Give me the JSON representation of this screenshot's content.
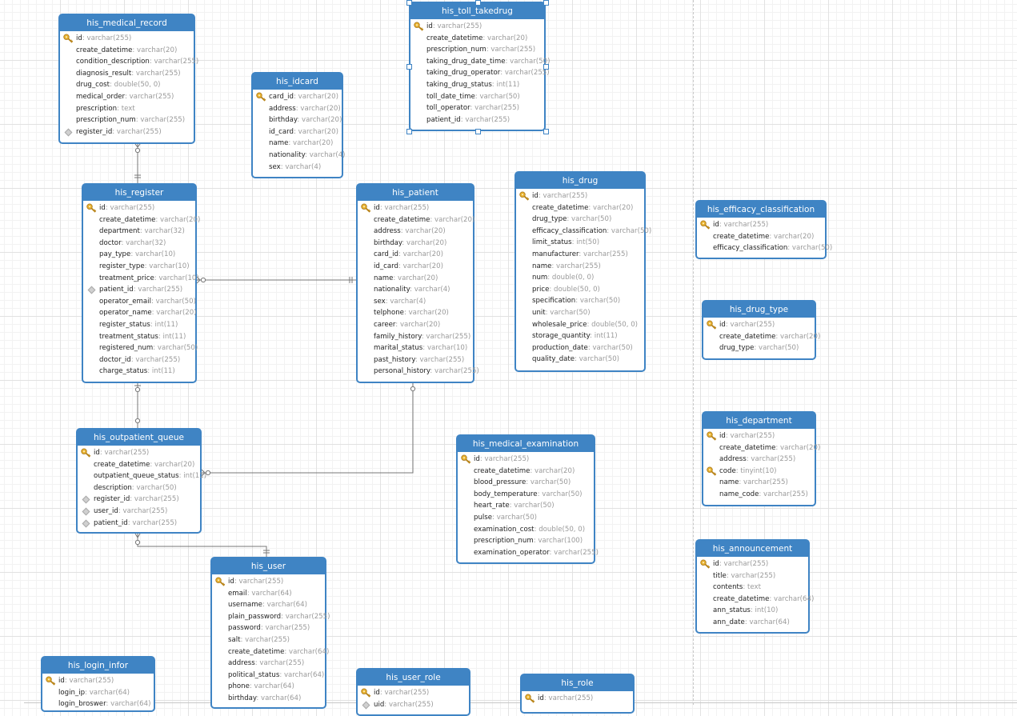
{
  "colors": {
    "header": "#3f84c4",
    "border": "#3f84c4",
    "key": "#e3a82b",
    "link": "#777777"
  },
  "icons": {
    "primary_key": "key-icon",
    "foreign_key": "diamond-icon"
  },
  "tables": [
    {
      "id": "his_medical_record",
      "name": "his_medical_record",
      "columns": [
        {
          "name": "id",
          "type": "varchar(255)",
          "pk": true
        },
        {
          "name": "create_datetime",
          "type": "varchar(20)"
        },
        {
          "name": "condition_description",
          "type": "varchar(255)"
        },
        {
          "name": "diagnosis_result",
          "type": "varchar(255)"
        },
        {
          "name": "drug_cost",
          "type": "double(50, 0)"
        },
        {
          "name": "medical_order",
          "type": "varchar(255)"
        },
        {
          "name": "prescription",
          "type": "text"
        },
        {
          "name": "prescription_num",
          "type": "varchar(255)"
        },
        {
          "name": "register_id",
          "type": "varchar(255)",
          "fk": true
        }
      ]
    },
    {
      "id": "his_idcard",
      "name": "his_idcard",
      "columns": [
        {
          "name": "card_id",
          "type": "varchar(20)",
          "pk": true
        },
        {
          "name": "address",
          "type": "varchar(20)"
        },
        {
          "name": "birthday",
          "type": "varchar(20)"
        },
        {
          "name": "id_card",
          "type": "varchar(20)"
        },
        {
          "name": "name",
          "type": "varchar(20)"
        },
        {
          "name": "nationality",
          "type": "varchar(4)"
        },
        {
          "name": "sex",
          "type": "varchar(4)"
        }
      ]
    },
    {
      "id": "his_toll_takedrug",
      "name": "his_toll_takedrug",
      "columns": [
        {
          "name": "id",
          "type": "varchar(255)",
          "pk": true
        },
        {
          "name": "create_datetime",
          "type": "varchar(20)"
        },
        {
          "name": "prescription_num",
          "type": "varchar(255)"
        },
        {
          "name": "taking_drug_date_time",
          "type": "varchar(50)"
        },
        {
          "name": "taking_drug_operator",
          "type": "varchar(255)"
        },
        {
          "name": "taking_drug_status",
          "type": "int(11)"
        },
        {
          "name": "toll_date_time",
          "type": "varchar(50)"
        },
        {
          "name": "toll_operator",
          "type": "varchar(255)"
        },
        {
          "name": "patient_id",
          "type": "varchar(255)"
        }
      ]
    },
    {
      "id": "his_register",
      "name": "his_register",
      "columns": [
        {
          "name": "id",
          "type": "varchar(255)",
          "pk": true
        },
        {
          "name": "create_datetime",
          "type": "varchar(20)"
        },
        {
          "name": "department",
          "type": "varchar(32)"
        },
        {
          "name": "doctor",
          "type": "varchar(32)"
        },
        {
          "name": "pay_type",
          "type": "varchar(10)"
        },
        {
          "name": "register_type",
          "type": "varchar(10)"
        },
        {
          "name": "treatment_price",
          "type": "varchar(10)"
        },
        {
          "name": "patient_id",
          "type": "varchar(255)",
          "fk": true
        },
        {
          "name": "operator_email",
          "type": "varchar(50)"
        },
        {
          "name": "operator_name",
          "type": "varchar(20)"
        },
        {
          "name": "register_status",
          "type": "int(11)"
        },
        {
          "name": "treatment_status",
          "type": "int(11)"
        },
        {
          "name": "registered_num",
          "type": "varchar(50)"
        },
        {
          "name": "doctor_id",
          "type": "varchar(255)"
        },
        {
          "name": "charge_status",
          "type": "int(11)"
        }
      ]
    },
    {
      "id": "his_patient",
      "name": "his_patient",
      "columns": [
        {
          "name": "id",
          "type": "varchar(255)",
          "pk": true
        },
        {
          "name": "create_datetime",
          "type": "varchar(20)"
        },
        {
          "name": "address",
          "type": "varchar(20)"
        },
        {
          "name": "birthday",
          "type": "varchar(20)"
        },
        {
          "name": "card_id",
          "type": "varchar(20)"
        },
        {
          "name": "id_card",
          "type": "varchar(20)"
        },
        {
          "name": "name",
          "type": "varchar(20)"
        },
        {
          "name": "nationality",
          "type": "varchar(4)"
        },
        {
          "name": "sex",
          "type": "varchar(4)"
        },
        {
          "name": "telphone",
          "type": "varchar(20)"
        },
        {
          "name": "career",
          "type": "varchar(20)"
        },
        {
          "name": "family_history",
          "type": "varchar(255)"
        },
        {
          "name": "marital_status",
          "type": "varchar(10)"
        },
        {
          "name": "past_history",
          "type": "varchar(255)"
        },
        {
          "name": "personal_history",
          "type": "varchar(255)"
        }
      ]
    },
    {
      "id": "his_drug",
      "name": "his_drug",
      "columns": [
        {
          "name": "id",
          "type": "varchar(255)",
          "pk": true
        },
        {
          "name": "create_datetime",
          "type": "varchar(20)"
        },
        {
          "name": "drug_type",
          "type": "varchar(50)"
        },
        {
          "name": "efficacy_classification",
          "type": "varchar(50)"
        },
        {
          "name": "limit_status",
          "type": "int(50)"
        },
        {
          "name": "manufacturer",
          "type": "varchar(255)"
        },
        {
          "name": "name",
          "type": "varchar(255)"
        },
        {
          "name": "num",
          "type": "double(0, 0)"
        },
        {
          "name": "price",
          "type": "double(50, 0)"
        },
        {
          "name": "specification",
          "type": "varchar(50)"
        },
        {
          "name": "unit",
          "type": "varchar(50)"
        },
        {
          "name": "wholesale_price",
          "type": "double(50, 0)"
        },
        {
          "name": "storage_quantity",
          "type": "int(11)"
        },
        {
          "name": "production_date",
          "type": "varchar(50)"
        },
        {
          "name": "quality_date",
          "type": "varchar(50)"
        }
      ]
    },
    {
      "id": "his_efficacy_classification",
      "name": "his_efficacy_classification",
      "columns": [
        {
          "name": "id",
          "type": "varchar(255)",
          "pk": true
        },
        {
          "name": "create_datetime",
          "type": "varchar(20)"
        },
        {
          "name": "efficacy_classification",
          "type": "varchar(50)"
        }
      ]
    },
    {
      "id": "his_drug_type",
      "name": "his_drug_type",
      "columns": [
        {
          "name": "id",
          "type": "varchar(255)",
          "pk": true
        },
        {
          "name": "create_datetime",
          "type": "varchar(20)"
        },
        {
          "name": "drug_type",
          "type": "varchar(50)"
        }
      ]
    },
    {
      "id": "his_department",
      "name": "his_department",
      "columns": [
        {
          "name": "id",
          "type": "varchar(255)",
          "pk": true
        },
        {
          "name": "create_datetime",
          "type": "varchar(20)"
        },
        {
          "name": "address",
          "type": "varchar(255)"
        },
        {
          "name": "code",
          "type": "tinyint(10)",
          "pk": true
        },
        {
          "name": "name",
          "type": "varchar(255)"
        },
        {
          "name": "name_code",
          "type": "varchar(255)"
        }
      ]
    },
    {
      "id": "his_outpatient_queue",
      "name": "his_outpatient_queue",
      "columns": [
        {
          "name": "id",
          "type": "varchar(255)",
          "pk": true
        },
        {
          "name": "create_datetime",
          "type": "varchar(20)"
        },
        {
          "name": "outpatient_queue_status",
          "type": "int(11)"
        },
        {
          "name": "description",
          "type": "varchar(50)"
        },
        {
          "name": "register_id",
          "type": "varchar(255)",
          "fk": true
        },
        {
          "name": "user_id",
          "type": "varchar(255)",
          "fk": true
        },
        {
          "name": "patient_id",
          "type": "varchar(255)",
          "fk": true
        }
      ]
    },
    {
      "id": "his_medical_examination",
      "name": "his_medical_examination",
      "columns": [
        {
          "name": "id",
          "type": "varchar(255)",
          "pk": true
        },
        {
          "name": "create_datetime",
          "type": "varchar(20)"
        },
        {
          "name": "blood_pressure",
          "type": "varchar(50)"
        },
        {
          "name": "body_temperature",
          "type": "varchar(50)"
        },
        {
          "name": "heart_rate",
          "type": "varchar(50)"
        },
        {
          "name": "pulse",
          "type": "varchar(50)"
        },
        {
          "name": "examination_cost",
          "type": "double(50, 0)"
        },
        {
          "name": "prescription_num",
          "type": "varchar(100)"
        },
        {
          "name": "examination_operator",
          "type": "varchar(255)"
        }
      ]
    },
    {
      "id": "his_announcement",
      "name": "his_announcement",
      "columns": [
        {
          "name": "id",
          "type": "varchar(255)",
          "pk": true
        },
        {
          "name": "title",
          "type": "varchar(255)"
        },
        {
          "name": "contents",
          "type": "text"
        },
        {
          "name": "create_datetime",
          "type": "varchar(64)"
        },
        {
          "name": "ann_status",
          "type": "int(10)"
        },
        {
          "name": "ann_date",
          "type": "varchar(64)"
        }
      ]
    },
    {
      "id": "his_user",
      "name": "his_user",
      "columns": [
        {
          "name": "id",
          "type": "varchar(255)",
          "pk": true
        },
        {
          "name": "email",
          "type": "varchar(64)"
        },
        {
          "name": "username",
          "type": "varchar(64)"
        },
        {
          "name": "plain_password",
          "type": "varchar(255)"
        },
        {
          "name": "password",
          "type": "varchar(255)"
        },
        {
          "name": "salt",
          "type": "varchar(255)"
        },
        {
          "name": "create_datetime",
          "type": "varchar(64)"
        },
        {
          "name": "address",
          "type": "varchar(255)"
        },
        {
          "name": "political_status",
          "type": "varchar(64)"
        },
        {
          "name": "phone",
          "type": "varchar(64)"
        },
        {
          "name": "birthday",
          "type": "varchar(64)"
        }
      ]
    },
    {
      "id": "his_login_infor",
      "name": "his_login_infor",
      "columns": [
        {
          "name": "id",
          "type": "varchar(255)",
          "pk": true
        },
        {
          "name": "login_ip",
          "type": "varchar(64)"
        },
        {
          "name": "login_broswer",
          "type": "varchar(64)"
        }
      ]
    },
    {
      "id": "his_user_role",
      "name": "his_user_role",
      "columns": [
        {
          "name": "id",
          "type": "varchar(255)",
          "pk": true
        },
        {
          "name": "uid",
          "type": "varchar(255)",
          "fk": true
        }
      ]
    },
    {
      "id": "his_role",
      "name": "his_role",
      "columns": [
        {
          "name": "id",
          "type": "varchar(255)",
          "pk": true
        }
      ]
    }
  ]
}
